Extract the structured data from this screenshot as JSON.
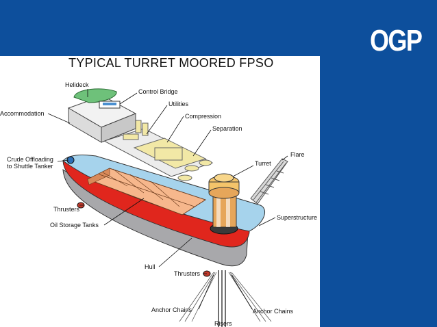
{
  "brand": {
    "logo_text": "OGP",
    "background": "#0d4f9c",
    "text_color": "#ffffff"
  },
  "slide": {
    "title": "TYPICAL TURRET MOORED FPSO",
    "labels": {
      "helideck": "Helideck",
      "control_bridge": "Control Bridge",
      "utilities": "Utilities",
      "accommodation": "Accommodation",
      "compression": "Compression",
      "separation": "Separation",
      "crude_offloading_1": "Crude Offloading",
      "crude_offloading_2": "to Shuttle Tanker",
      "flare": "Flare",
      "turret": "Turret",
      "thrusters_bow": "Thrusters",
      "superstructure": "Superstructure",
      "oil_storage_tanks": "Oil Storage Tanks",
      "hull": "Hull",
      "thrusters_stern": "Thrusters",
      "anchor_chains_left": "Anchor Chains",
      "anchor_chains_right": "Anchor Chains",
      "risers": "Risers"
    },
    "colors": {
      "hull_red": "#e0261d",
      "hull_grey": "#a8a8ab",
      "deck_blue": "#a6d3ec",
      "tank_orange": "#f6b78c",
      "turret_yellow": "#f4c46a",
      "equipment_yellow": "#f2e8a6"
    }
  }
}
